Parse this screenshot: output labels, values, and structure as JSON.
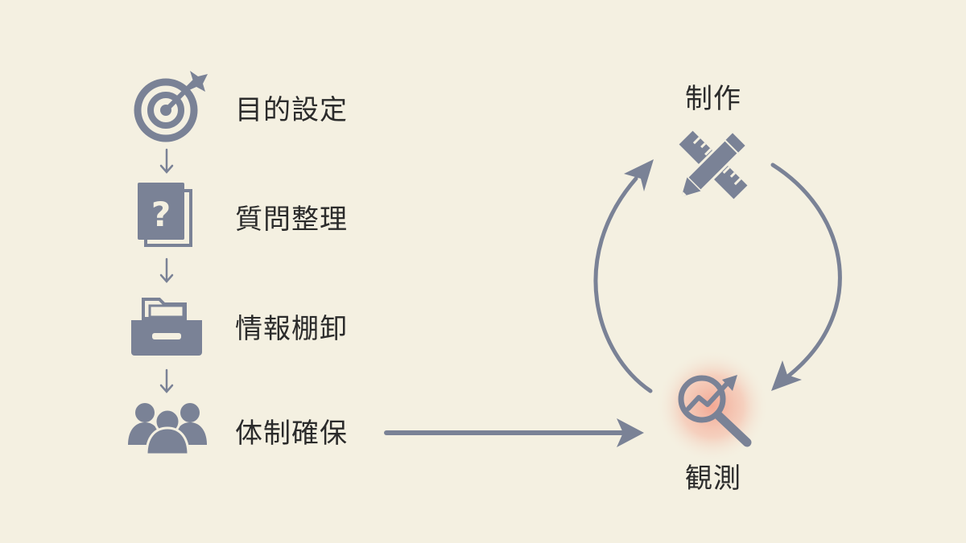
{
  "colors": {
    "background": "#f4f0e1",
    "icon": "#7a8296",
    "text": "#2b2b2b",
    "highlight": "#f3907a"
  },
  "steps": [
    {
      "label": "目的設定",
      "icon": "target-icon"
    },
    {
      "label": "質問整理",
      "icon": "question-document-icon"
    },
    {
      "label": "情報棚卸",
      "icon": "file-drawer-icon"
    },
    {
      "label": "体制確保",
      "icon": "team-people-icon"
    }
  ],
  "cycle": {
    "top": {
      "label": "制作",
      "icon": "ruler-pencil-icon"
    },
    "bottom": {
      "label": "観測",
      "icon": "chart-magnifier-icon"
    }
  }
}
